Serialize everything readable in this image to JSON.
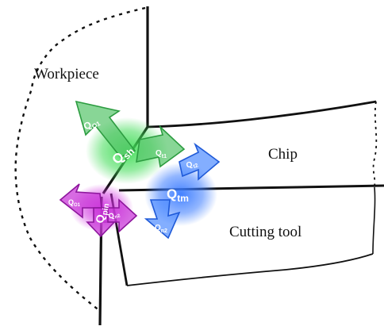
{
  "labels": {
    "workpiece": "Workpiece",
    "chip": "Chip",
    "cutting_tool": "Cutting tool"
  },
  "heat_sources": {
    "shear": {
      "main": "Q",
      "sub": "sh",
      "color": "#2fb84a"
    },
    "primary": {
      "main": "Q",
      "sub": "pin",
      "color": "#b51fc4"
    },
    "tool": {
      "main": "Q",
      "sub": "tm",
      "color": "#2f6ff0"
    }
  },
  "arrows": {
    "q_o1_shear": {
      "main": "Q",
      "sub": "O1"
    },
    "q_t1_shear": {
      "main": "Q",
      "sub": "t1"
    },
    "q_t2_tool": {
      "main": "Q",
      "sub": "t2"
    },
    "q_n2_tool": {
      "main": "Q",
      "sub": "n2"
    },
    "q_o1_primary": {
      "main": "Q",
      "sub": "O1"
    },
    "q_n2_primary": {
      "main": "Q",
      "sub": "n2"
    }
  },
  "colors": {
    "green": "#2fb84a",
    "magenta": "#b51fc4",
    "blue": "#2f6ff0",
    "outline": "#111111"
  }
}
